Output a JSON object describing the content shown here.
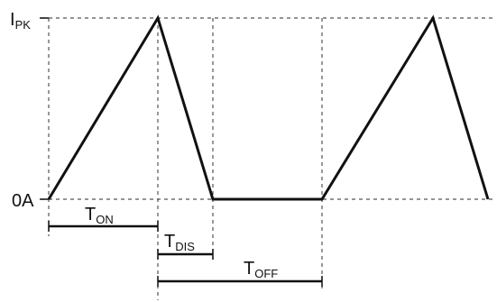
{
  "axis": {
    "y_top_label": {
      "main": "I",
      "sub": "PK"
    },
    "y_bottom_label": {
      "main": "0A",
      "sub": ""
    }
  },
  "intervals": [
    {
      "main": "T",
      "sub": "ON"
    },
    {
      "main": "T",
      "sub": "DIS"
    },
    {
      "main": "T",
      "sub": "OFF"
    }
  ],
  "colors": {
    "line": "#111111",
    "dash": "#555555",
    "background": "#ffffff"
  }
}
